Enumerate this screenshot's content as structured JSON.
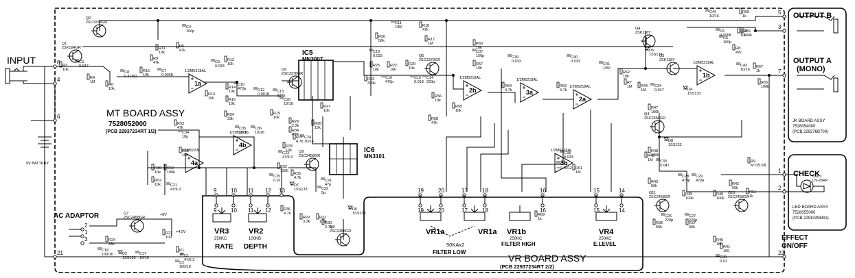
{
  "labels": {
    "input": "INPUT",
    "mt_board": "MT BOARD ASSY",
    "mt_board_no": "7528052000",
    "mt_board_pcb": "(PCB 22937234RT 1/2)",
    "battery": "9V BATTERY",
    "ac_adaptor": "AC ADAPTOR",
    "vr_board": "VR BOARD ASSY",
    "vr_board_pcb": "(PCB 22937234RT 2/2)",
    "output_b": "OUTPUT B",
    "output_a": "OUTPUT A",
    "output_a_mono": "(MONO)",
    "jk_board": "JK BOARD ASSY",
    "jk_board_no": "7528054000",
    "jk_board_pcb": "(PCB 229276B700)",
    "check": "CHECK",
    "led_board": "LED BOARD ASSY",
    "led_board_no": "7528055000",
    "led_board_pcb": "(PCB 229104960O)",
    "effect": "EFFECT",
    "effect_onoff": "ON/OFF",
    "filter_low": "FILTER LOW",
    "filter_high": "FILTER HIGH",
    "vr_rate": "RATE",
    "vr_depth": "DEPTH",
    "vr_elevel": "E.LEVEL"
  },
  "ics": [
    {
      "id": "ic5",
      "name": "IC5",
      "part": "MN3007"
    },
    {
      "id": "ic6",
      "name": "IC6",
      "part": "MN3101"
    }
  ],
  "pots": [
    {
      "id": "vr3",
      "name": "VR3",
      "value": "250KC"
    },
    {
      "id": "vr2",
      "name": "VR2",
      "value": "100KB"
    },
    {
      "id": "vr1a1",
      "name": "VR1a",
      "value": ""
    },
    {
      "id": "vr1a2",
      "name": "VR1a",
      "value": "50KAx2"
    },
    {
      "id": "vr1b",
      "name": "VR1b",
      "value": "250KC"
    },
    {
      "id": "vr4",
      "name": "VR4",
      "value": "250KC"
    }
  ],
  "opamps": [
    {
      "id": "u1a",
      "name": "1a",
      "part": "1/2M5218AL"
    },
    {
      "id": "u4a",
      "name": "4a",
      "part": "1/2M5223L"
    },
    {
      "id": "u4b",
      "name": "4b",
      "part": "1/2M5223L"
    },
    {
      "id": "u2b",
      "name": "2b",
      "part": "1/2M5218AL"
    },
    {
      "id": "u3a",
      "name": "3a",
      "part": "1/2M5218AL"
    },
    {
      "id": "u2a",
      "name": "2a",
      "part": "1/2M5218AL"
    },
    {
      "id": "u3b",
      "name": "3b",
      "part": "1/2M5218AL"
    },
    {
      "id": "u1b",
      "name": "1b",
      "part": "1/2M5218AL"
    }
  ],
  "transistors": [
    {
      "id": "q1",
      "name": "Q1",
      "part": "2SK184GR"
    },
    {
      "id": "q2",
      "name": "Q2",
      "part": "2SC3378GR"
    },
    {
      "id": "q6",
      "name": "Q6",
      "part": "2SC3378GR"
    },
    {
      "id": "q5",
      "name": "Q5",
      "part": "2SC3378GR"
    },
    {
      "id": "q9",
      "name": "Q9",
      "part": "2SC2458GR"
    },
    {
      "id": "q8",
      "name": "Q8",
      "part": "2SC2458GR"
    },
    {
      "id": "q7",
      "name": "Q7",
      "part": "2SC2458GR"
    },
    {
      "id": "q4",
      "name": "Q4",
      "part": "2SK118Y"
    },
    {
      "id": "q3",
      "name": "Q3",
      "part": "2SK118Y"
    },
    {
      "id": "q4b",
      "name": "Q4",
      "part": "2SC2458GR"
    },
    {
      "id": "q11",
      "name": "Q11",
      "part": "2SC2458GR"
    },
    {
      "id": "q10",
      "name": "Q10",
      "part": "2SC2458GR"
    }
  ],
  "components": {
    "r3": "R3 10k",
    "c3": "C3 0.047",
    "r4": "R4 1M",
    "r6": "R6 10k",
    "r11": "R11 10k",
    "c4": "C4 100p",
    "r5": "R5 47k",
    "r9": "R9 47k",
    "r12": "R12 10k",
    "c8": "C8 0.47/50",
    "r15": "R15 10k",
    "c7": "C7 0.0068",
    "c9": "C9 0.033",
    "r13": "R13 10k",
    "r14": "R14 10k",
    "r16": "R16 10k",
    "c10": "C10 470p",
    "c12": "C12 0.0018",
    "c13": "C13 220p",
    "c20": "C20 10/16",
    "r19": "R19 10k",
    "r27": "R27 10k",
    "r28": "R28 10k",
    "r29": "R29 2.2k",
    "r26": "R26 56k",
    "c11": "C11 1/50",
    "r18": "R18 47k",
    "r17": "R17 1M",
    "c19": "C19 0.033",
    "r23": "R23 330k",
    "r25": "R25 10k",
    "c16": "C16 470p",
    "r22": "R22 10k",
    "r20": "R20 10k",
    "c15": "C15 0.018",
    "c14": "C14 220p",
    "r56": "R56 10k",
    "r60": "R60 10k",
    "c37": "C37 150p",
    "r57": "R57 10k",
    "r58": "R58 47k",
    "r59": "R59 10k",
    "c39": "C39 0.033",
    "r64": "R64 4.7k",
    "c40": "C40 0.033",
    "r63": "R63 4.7k",
    "c41": "C41 1/50",
    "c44": "C44 10/16",
    "r68": "R68 1k",
    "r66": "R66 100k",
    "r62": "R62 10k",
    "d5": "D5 1SS133",
    "c6": "C6 0.0068",
    "r10": "R10 10k",
    "c5": "C5 100p",
    "r8": "R8 47k",
    "r7": "R7 1M",
    "r44": "R44 1M",
    "c34": "C34 0.047",
    "d4": "D4 1SS133",
    "c43": "C43 10/16",
    "r67": "R67 1k",
    "r65": "R65 100k",
    "r47": "R47 100k",
    "r48": "R48 100k",
    "r45": "R45 1M",
    "d8": "D8 1SS133",
    "c33": "C33 0.047",
    "r9b": "R9 MT25.6B",
    "r43": "R43 56k",
    "c28": "C28 470p",
    "c29": "C29 470p",
    "r39": "R39 100k",
    "r40": "R40 100k",
    "r42": "R42 56k",
    "r51": "R51 1k",
    "led1": "LED1 LN-28RP",
    "r38": "R38 56k",
    "c26": "C26 220p",
    "c27": "C27 220p",
    "r37": "R37 56k",
    "r46": "R46 1M",
    "r41": "R41 100",
    "c30": "C30 0.01",
    "r53": "R53 47k",
    "c34b": "C34 10p",
    "r54": "R54 33k",
    "c35": "C35 10/16",
    "c36": "C36 10/16",
    "r55": "R55 10k",
    "r49": "R49 10k",
    "r50": "R50 100k",
    "r52": "R52 10k",
    "c21": "C21 47/6.3",
    "r32": "R32 120k",
    "c25": "C25 0.01",
    "r33": "R33 10k",
    "c23": "C23 47/6.3",
    "r34": "R34 4.7k",
    "r71": "R71 4.7k",
    "c24": "C24 10/16",
    "r35": "R35 4.7k",
    "d7": "D7 1SS133",
    "r36": "R36 4.7k",
    "c21b": "C21 47p",
    "c22": "C22 5p",
    "r29b": "R29 3.3k",
    "r31": "R31 1.5k",
    "r30": "R30 2.7k",
    "d6": "D6 1SS133",
    "r69": "R69 1k",
    "c38": "C38 0.033",
    "c42": "C42 0.0012",
    "r61": "R61 1M",
    "r24": "R24 33k",
    "c18": "C18 100/16",
    "d2": "D2 1SS133",
    "r21": "R21 100",
    "c17": "C17 10/16",
    "r1": "R1 10",
    "c1": "C1 47/6.3",
    "c2": "C2 100/10",
    "v45": "+4.5V",
    "v8": "+8V"
  },
  "connectors": {
    "mt": [
      "8",
      "4",
      "6",
      "21",
      "9",
      "10",
      "11",
      "12",
      "13",
      "19",
      "20",
      "17",
      "18",
      "16",
      "15",
      "14",
      "5",
      "3",
      "7",
      "1",
      "2",
      "22",
      "2",
      "1",
      "3"
    ],
    "vr": [
      "9",
      "10",
      "11",
      "12",
      "19",
      "20",
      "17",
      "18",
      "16",
      "15",
      "14"
    ]
  }
}
